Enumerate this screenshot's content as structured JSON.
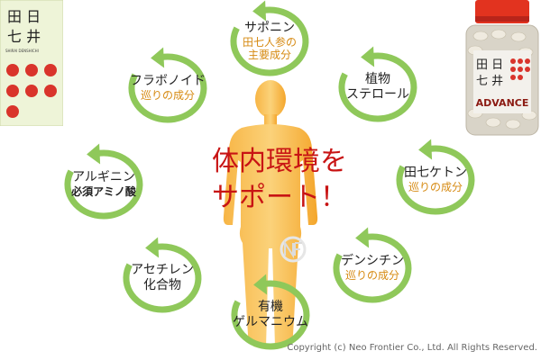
{
  "center": {
    "line1": "体内環境を",
    "line2": "サポート！"
  },
  "nodes": [
    {
      "id": "saponin",
      "name": "サポニン",
      "sub1": "田七人参の",
      "sub2": "主要成分",
      "style": "orange"
    },
    {
      "id": "sterol",
      "name": "植物",
      "name2": "ステロール",
      "style": "none"
    },
    {
      "id": "tensiketon",
      "name": "田七ケトン",
      "sub1": "巡りの成分",
      "style": "orange"
    },
    {
      "id": "densichin",
      "name": "デンシチン",
      "sub1": "巡りの成分",
      "style": "orange"
    },
    {
      "id": "germanium",
      "name": "有機",
      "name2": "ゲルマニウム",
      "style": "none"
    },
    {
      "id": "acetylene",
      "name": "アセチレン",
      "name2": "化合物",
      "style": "none"
    },
    {
      "id": "arginine",
      "name": "アルギニン",
      "sub1": "必須アミノ酸",
      "style": "dark"
    },
    {
      "id": "flavonoid",
      "name": "フラボノイド",
      "sub1": "巡りの成分",
      "style": "orange"
    }
  ],
  "copyright": "Copyright (c) Neo Frontier Co., Ltd. All Rights Reserved.",
  "box": {
    "logo_top": "田 日",
    "logo_bottom": "七 井",
    "brand": "SHIRAI DENSHICHI"
  },
  "bottle": {
    "label": "ADVANCE",
    "logo_top": "田 日",
    "logo_bottom": "七 井"
  },
  "colors": {
    "arrow": "#8fc85a",
    "figure": "#f5a623",
    "center_text": "#c81414",
    "sub_text": "#d68a12",
    "dot": "#d9342b"
  }
}
